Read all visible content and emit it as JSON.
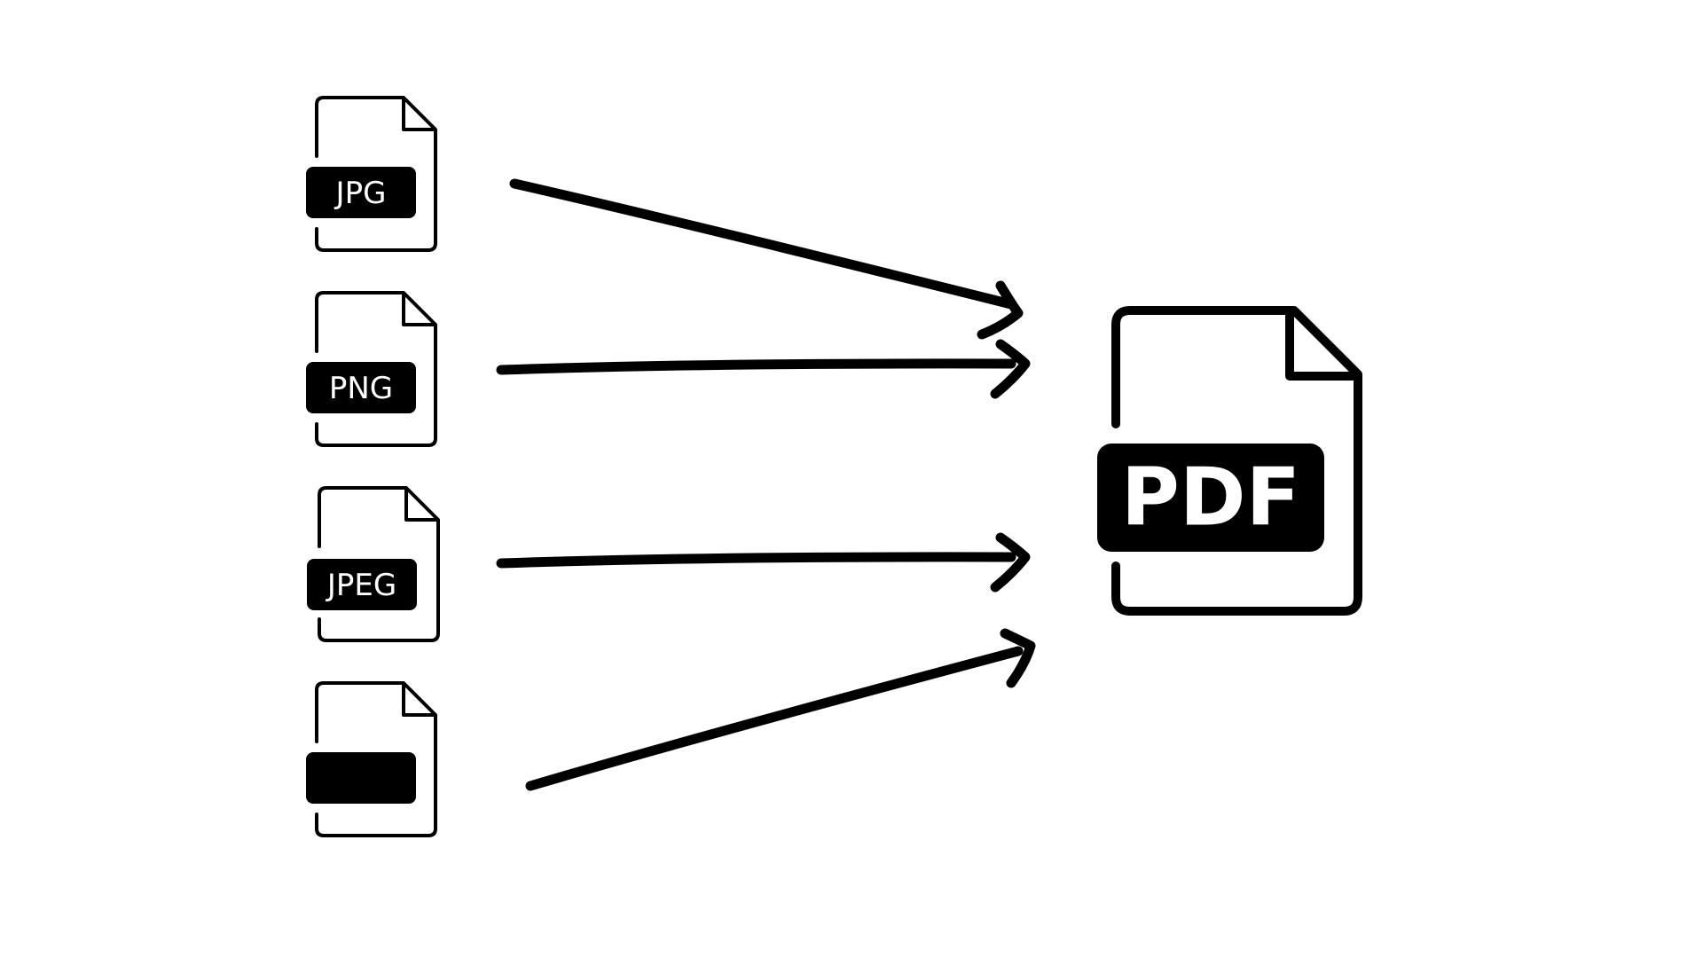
{
  "colors": {
    "background": "#ffffff",
    "ink": "#000000",
    "label_text": "#ffffff"
  },
  "sources": [
    {
      "icon": "jpg-file-icon",
      "label": "JPG"
    },
    {
      "icon": "png-file-icon",
      "label": "PNG"
    },
    {
      "icon": "jpeg-file-icon",
      "label": "JPEG"
    },
    {
      "icon": "blank-file-icon",
      "label": ""
    }
  ],
  "target": {
    "icon": "pdf-file-icon",
    "label": "PDF"
  },
  "arrows": [
    {
      "from": "JPG",
      "to": "PDF"
    },
    {
      "from": "PNG",
      "to": "PDF"
    },
    {
      "from": "JPEG",
      "to": "PDF"
    },
    {
      "from": "",
      "to": "PDF"
    }
  ]
}
